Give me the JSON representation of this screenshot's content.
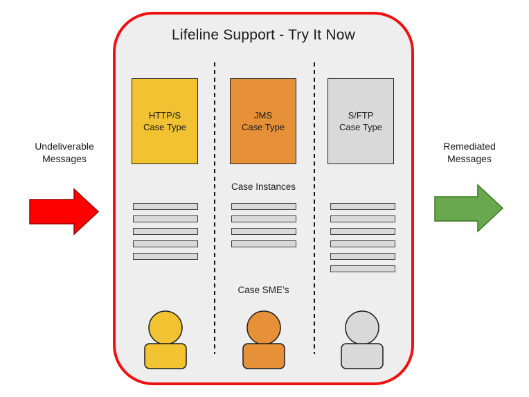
{
  "diagram_title": "Lifeline Support - Try It Now",
  "container": {
    "bg": "#eeeeee",
    "border_color": "#ee1111"
  },
  "left_flow": {
    "lines": [
      "Undeliverable",
      "Messages"
    ],
    "arrow_fill": "#ff0000",
    "arrow_stroke": "#990000"
  },
  "right_flow": {
    "lines": [
      "Remediated",
      "Messages"
    ],
    "arrow_fill": "#6aa84f",
    "arrow_stroke": "#38761d"
  },
  "section_labels": {
    "case_instances": "Case Instances",
    "case_smes": "Case SME’s"
  },
  "instance_bar": {
    "fill": "#d9d9d9",
    "border": "#3d3d3d"
  },
  "columns": [
    {
      "case_type": {
        "line1": "HTTP/S",
        "line2": "Case Type"
      },
      "color": "#f1c232",
      "case_instances_count": 5
    },
    {
      "case_type": {
        "line1": "JMS",
        "line2": "Case Type"
      },
      "color": "#e69138",
      "case_instances_count": 4
    },
    {
      "case_type": {
        "line1": "S/FTP",
        "line2": "Case Type"
      },
      "color": "#d9d9d9",
      "case_instances_count": 6
    }
  ]
}
